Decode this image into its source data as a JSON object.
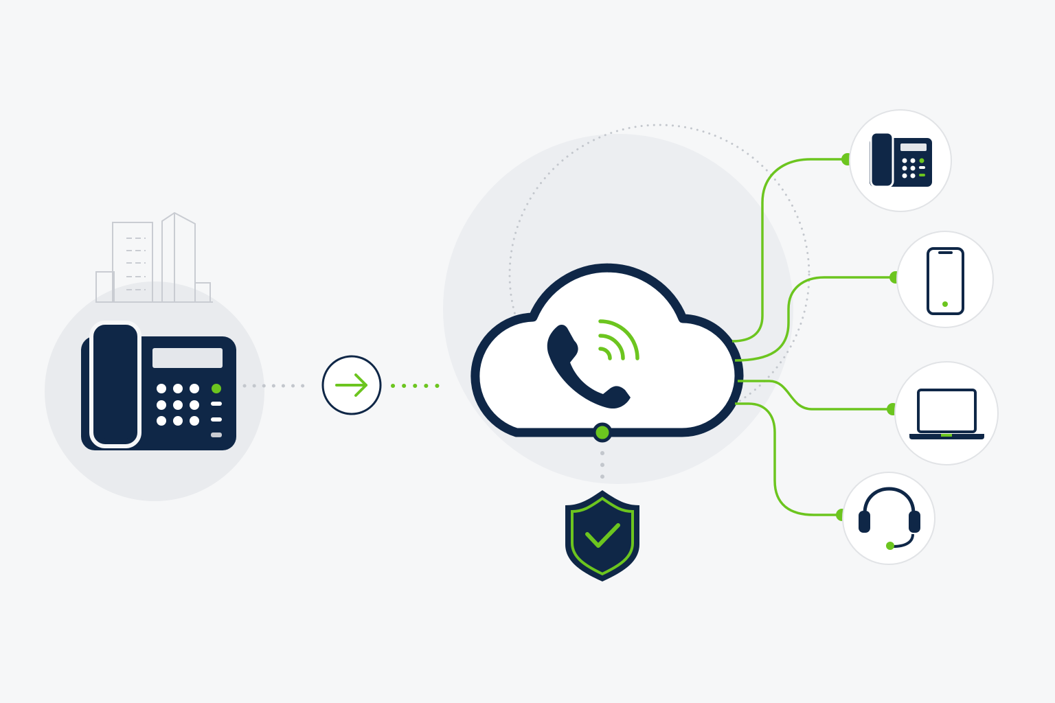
{
  "colors": {
    "navy": "#0f2747",
    "green": "#6cc51f",
    "background": "#f6f7f8",
    "halo": "#e9ebee",
    "card": "#ffffff",
    "card_border": "#e1e3e6",
    "dotted_gray": "#c3c7cd",
    "building_line": "#c9ccd2"
  },
  "nodes": {
    "source": {
      "icon": "office-building-icon",
      "device": "desk-phone-icon"
    },
    "transfer": {
      "icon": "arrow-right-icon"
    },
    "hub": {
      "icon": "cloud-icon",
      "inner_icon": "phone-call-signal-icon"
    },
    "security": {
      "icon": "shield-check-icon"
    },
    "endpoints": [
      {
        "id": "desk-phone",
        "icon": "desk-phone-icon"
      },
      {
        "id": "smartphone",
        "icon": "smartphone-icon"
      },
      {
        "id": "laptop",
        "icon": "laptop-icon"
      },
      {
        "id": "headset",
        "icon": "headset-icon"
      }
    ]
  }
}
